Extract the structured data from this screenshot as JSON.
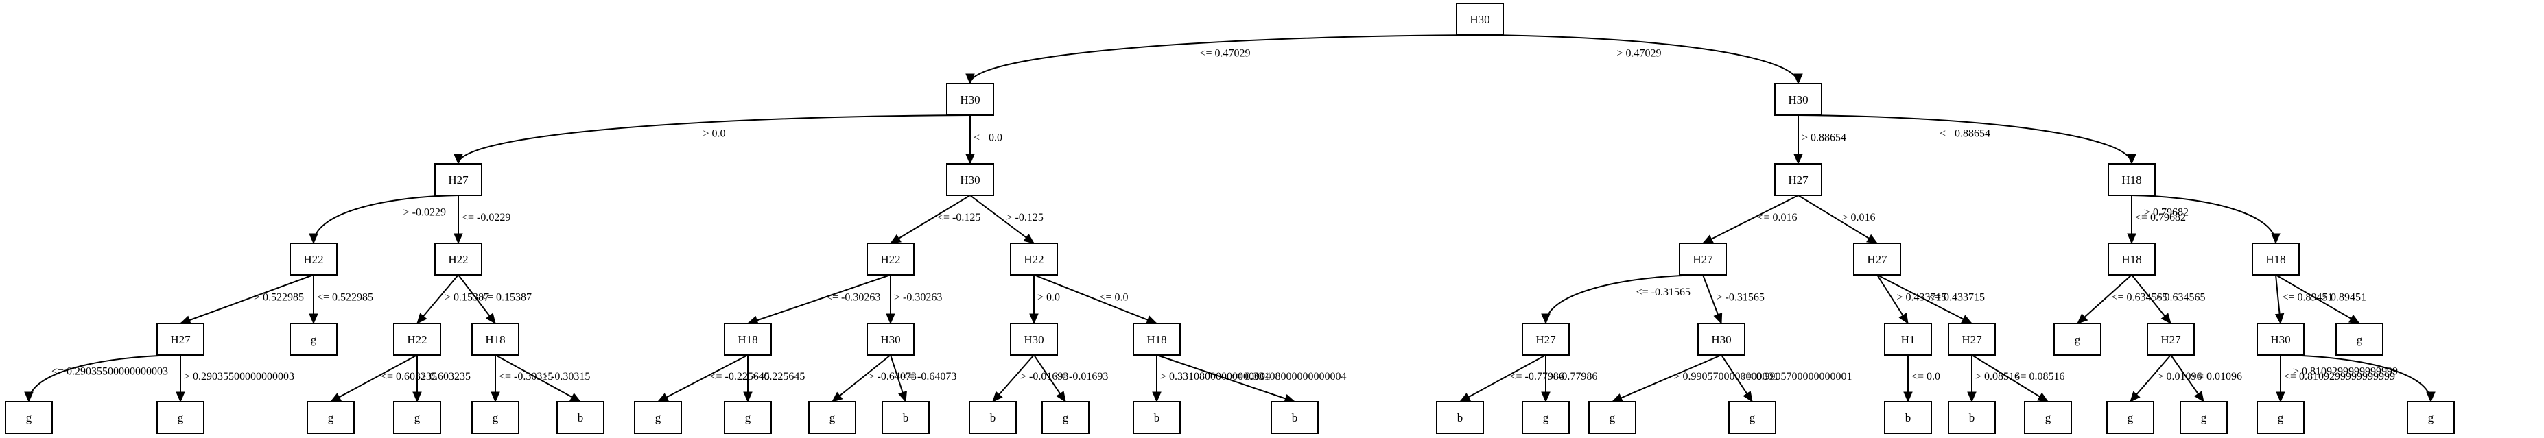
{
  "nodes": [
    {
      "id": "n1",
      "label": "H30"
    },
    {
      "id": "n2",
      "label": "H30"
    },
    {
      "id": "n3",
      "label": "H30"
    },
    {
      "id": "n4",
      "label": "H27"
    },
    {
      "id": "n5",
      "label": "H30"
    },
    {
      "id": "n6",
      "label": "H27"
    },
    {
      "id": "n7",
      "label": "H18"
    },
    {
      "id": "n8",
      "label": "H22"
    },
    {
      "id": "n9",
      "label": "H22"
    },
    {
      "id": "n10",
      "label": "H22"
    },
    {
      "id": "n11",
      "label": "H22"
    },
    {
      "id": "n12",
      "label": "H27"
    },
    {
      "id": "n13",
      "label": "H27"
    },
    {
      "id": "n14",
      "label": "H18"
    },
    {
      "id": "n15",
      "label": "H18"
    },
    {
      "id": "n16",
      "label": "H27"
    },
    {
      "id": "n17",
      "label": "g"
    },
    {
      "id": "n18",
      "label": "H22"
    },
    {
      "id": "n19",
      "label": "H18"
    },
    {
      "id": "n20",
      "label": "H18"
    },
    {
      "id": "n21",
      "label": "H30"
    },
    {
      "id": "n22",
      "label": "H30"
    },
    {
      "id": "n23",
      "label": "H18"
    },
    {
      "id": "n24",
      "label": "H27"
    },
    {
      "id": "n25",
      "label": "H30"
    },
    {
      "id": "n26",
      "label": "H1"
    },
    {
      "id": "n27",
      "label": "H27"
    },
    {
      "id": "n28",
      "label": "g"
    },
    {
      "id": "n29",
      "label": "H27"
    },
    {
      "id": "n30",
      "label": "H30"
    },
    {
      "id": "n31",
      "label": "g"
    },
    {
      "id": "n32",
      "label": "g"
    },
    {
      "id": "n33",
      "label": "g"
    },
    {
      "id": "n34",
      "label": "g"
    },
    {
      "id": "n35",
      "label": "g"
    },
    {
      "id": "n36",
      "label": "g"
    },
    {
      "id": "n37",
      "label": "b"
    },
    {
      "id": "n38",
      "label": "g"
    },
    {
      "id": "n39",
      "label": "g"
    },
    {
      "id": "n40",
      "label": "g"
    },
    {
      "id": "n41",
      "label": "b"
    },
    {
      "id": "n42",
      "label": "b"
    },
    {
      "id": "n43",
      "label": "g"
    },
    {
      "id": "n44",
      "label": "b"
    },
    {
      "id": "n45",
      "label": "b"
    },
    {
      "id": "n46",
      "label": "b"
    },
    {
      "id": "n47",
      "label": "g"
    },
    {
      "id": "n48",
      "label": "g"
    },
    {
      "id": "n49",
      "label": "g"
    },
    {
      "id": "n50",
      "label": "b"
    },
    {
      "id": "n51",
      "label": "b"
    },
    {
      "id": "n52",
      "label": "g"
    },
    {
      "id": "n53",
      "label": "g"
    },
    {
      "id": "n54",
      "label": "g"
    },
    {
      "id": "n55",
      "label": "g"
    },
    {
      "id": "n56",
      "label": "g"
    }
  ],
  "edges": [
    {
      "from": "n1",
      "to": "n2",
      "label": "<= 0.47029"
    },
    {
      "from": "n1",
      "to": "n3",
      "label": "> 0.47029"
    },
    {
      "from": "n2",
      "to": "n4",
      "label": "> 0.0"
    },
    {
      "from": "n2",
      "to": "n5",
      "label": "<= 0.0"
    },
    {
      "from": "n3",
      "to": "n6",
      "label": "> 0.88654"
    },
    {
      "from": "n3",
      "to": "n7",
      "label": "<= 0.88654"
    },
    {
      "from": "n4",
      "to": "n8",
      "label": "> -0.0229"
    },
    {
      "from": "n4",
      "to": "n9",
      "label": "<= -0.0229"
    },
    {
      "from": "n5",
      "to": "n10",
      "label": "<= -0.125"
    },
    {
      "from": "n5",
      "to": "n11",
      "label": "> -0.125"
    },
    {
      "from": "n6",
      "to": "n12",
      "label": "<= 0.016"
    },
    {
      "from": "n6",
      "to": "n13",
      "label": "> 0.016"
    },
    {
      "from": "n7",
      "to": "n14",
      "label": "<= 0.79682"
    },
    {
      "from": "n7",
      "to": "n15",
      "label": "> 0.79682"
    },
    {
      "from": "n8",
      "to": "n16",
      "label": "> 0.522985"
    },
    {
      "from": "n8",
      "to": "n17",
      "label": "<= 0.522985"
    },
    {
      "from": "n9",
      "to": "n18",
      "label": "> 0.15387"
    },
    {
      "from": "n9",
      "to": "n19",
      "label": "<= 0.15387"
    },
    {
      "from": "n10",
      "to": "n20",
      "label": "<= -0.30263"
    },
    {
      "from": "n10",
      "to": "n21",
      "label": "> -0.30263"
    },
    {
      "from": "n11",
      "to": "n22",
      "label": "> 0.0"
    },
    {
      "from": "n11",
      "to": "n23",
      "label": "<= 0.0"
    },
    {
      "from": "n12",
      "to": "n24",
      "label": "<= -0.31565"
    },
    {
      "from": "n12",
      "to": "n25",
      "label": "> -0.31565"
    },
    {
      "from": "n13",
      "to": "n26",
      "label": "> 0.433715"
    },
    {
      "from": "n13",
      "to": "n27",
      "label": "<= 0.433715"
    },
    {
      "from": "n14",
      "to": "n28",
      "label": "<= 0.634565"
    },
    {
      "from": "n14",
      "to": "n29",
      "label": "> 0.634565"
    },
    {
      "from": "n15",
      "to": "n30",
      "label": "<= 0.89451"
    },
    {
      "from": "n15",
      "to": "n31",
      "label": "> 0.89451"
    },
    {
      "from": "n16",
      "to": "n32",
      "label": "<= 0.29035500000000003"
    },
    {
      "from": "n16",
      "to": "n33",
      "label": "> 0.29035500000000003"
    },
    {
      "from": "n18",
      "to": "n34",
      "label": "<= 0.603235"
    },
    {
      "from": "n18",
      "to": "n35",
      "label": "> 0.603235"
    },
    {
      "from": "n19",
      "to": "n36",
      "label": "<= -0.30315"
    },
    {
      "from": "n19",
      "to": "n37",
      "label": "> -0.30315"
    },
    {
      "from": "n20",
      "to": "n38",
      "label": "<= -0.225645"
    },
    {
      "from": "n20",
      "to": "n39",
      "label": "> -0.225645"
    },
    {
      "from": "n21",
      "to": "n40",
      "label": "> -0.64073"
    },
    {
      "from": "n21",
      "to": "n41",
      "label": "<= -0.64073"
    },
    {
      "from": "n22",
      "to": "n42",
      "label": "> -0.01693"
    },
    {
      "from": "n22",
      "to": "n43",
      "label": "<= -0.01693"
    },
    {
      "from": "n23",
      "to": "n44",
      "label": "> 0.33108000000000004"
    },
    {
      "from": "n23",
      "to": "n45",
      "label": "<= 0.33108000000000004"
    },
    {
      "from": "n24",
      "to": "n46",
      "label": "<= -0.77986"
    },
    {
      "from": "n24",
      "to": "n47",
      "label": "> -0.77986"
    },
    {
      "from": "n25",
      "to": "n48",
      "label": "> 0.9905700000000001"
    },
    {
      "from": "n25",
      "to": "n49",
      "label": "<= 0.9905700000000001"
    },
    {
      "from": "n26",
      "to": "n50",
      "label": "<= 0.0"
    },
    {
      "from": "n27",
      "to": "n51",
      "label": "> 0.08516"
    },
    {
      "from": "n27",
      "to": "n52",
      "label": "<= 0.08516"
    },
    {
      "from": "n29",
      "to": "n53",
      "label": "> 0.01096"
    },
    {
      "from": "n29",
      "to": "n54",
      "label": "<= 0.01096"
    },
    {
      "from": "n30",
      "to": "n55",
      "label": "<= 0.8109299999999999"
    },
    {
      "from": "n30",
      "to": "n56",
      "label": "> 0.8109299999999999"
    }
  ]
}
